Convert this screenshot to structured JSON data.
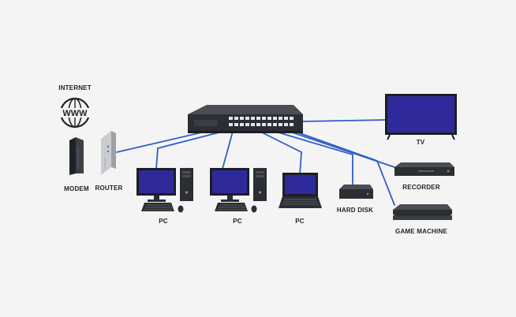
{
  "labels": {
    "internet": "INTERNET",
    "www": "WWW",
    "modem": "MODEM",
    "router": "ROUTER",
    "pc": "PC",
    "hard_disk": "HARD DISK",
    "tv": "TV",
    "recorder": "RECORDER",
    "game_machine": "GAME MACHINE"
  },
  "colors": {
    "background": "#f4f4f4",
    "cable": "#2e5fc9",
    "screen": "#2f2a9c",
    "device_dark": "#2b2e33",
    "port": "#dfe6ee"
  }
}
